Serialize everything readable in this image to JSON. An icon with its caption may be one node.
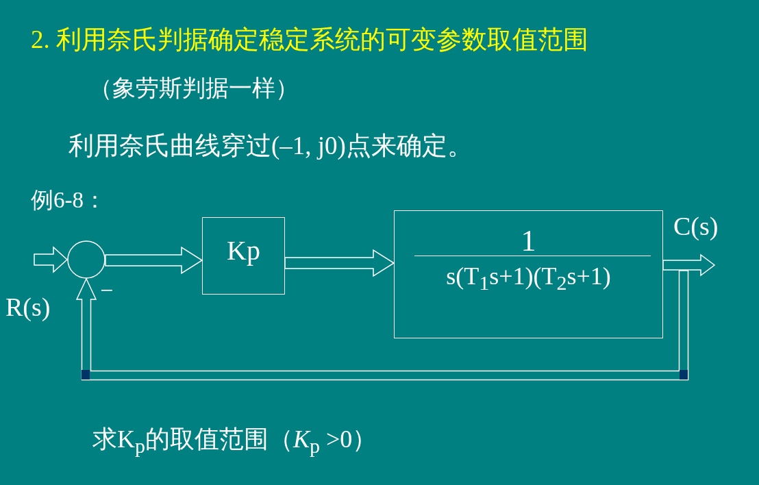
{
  "diagram": {
    "title": "2. 利用奈氏判据确定稳定系统的可变参数取值范围",
    "nodes": [
      {
        "text": [],
        "shape": "circle"
      },
      {
        "text": [
          "Kp"
        ]
      },
      {
        "text": [
          "1",
          "s(T$_{1}$s+1)(T$_{2}$s+1)"
        ]
      }
    ],
    "edges": [
      {
        "from": null,
        "to": 0,
        "arrow": "to",
        "label": "R(s)"
      },
      {
        "from": 0,
        "to": 1,
        "arrow": "to"
      },
      {
        "from": 1,
        "to": 2,
        "arrow": "to"
      },
      {
        "from": 2,
        "to": null,
        "arrow": "to",
        "label": "C(s)"
      },
      {
        "from": 2,
        "to": 0,
        "arrow": "to"
      }
    ],
    "labels": [
      "（象劳斯判据一样）",
      "利用奈氏曲线穿过(–1, j0)点来确定。",
      "例6-8：",
      "−",
      "求K$_{p}$的取值范围（*K*$_{p}$ >0）"
    ]
  }
}
